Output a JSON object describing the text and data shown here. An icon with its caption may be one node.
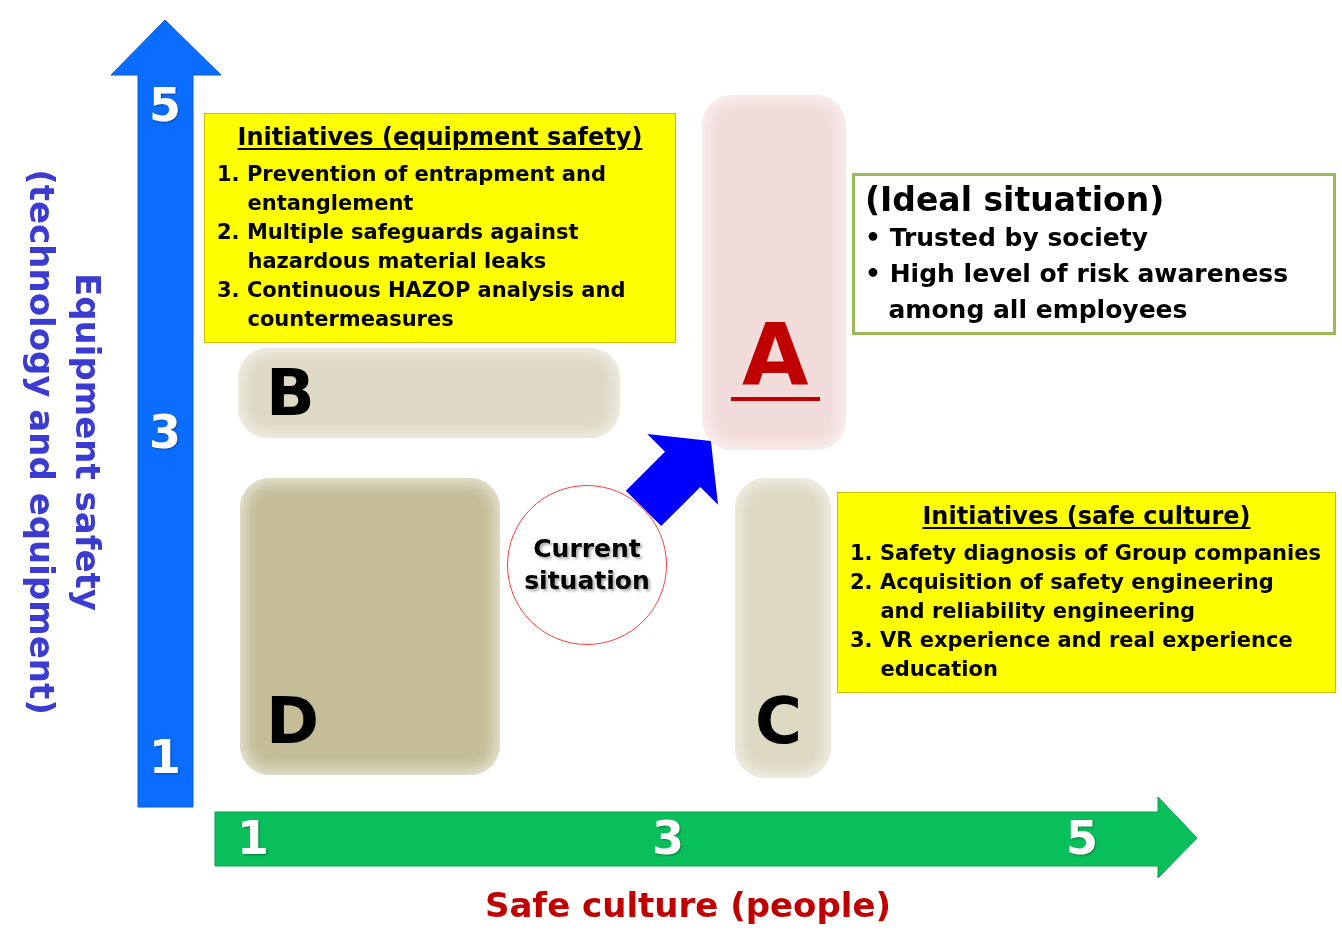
{
  "diagram": {
    "nodes": [
      {
        "text": [
          "B"
        ]
      },
      {
        "text": [
          "Initiatives (equipment safety)",
          "1. Prevention of entrapment and entanglement",
          "2. Multiple safeguards against hazardous material leaks",
          "3. Continuous HAZOP analysis and countermeasures"
        ]
      },
      {
        "text": [
          "A"
        ]
      },
      {
        "text": [
          "(Ideal situation)",
          "• Trusted by society",
          "• High level of risk awareness among all employees"
        ]
      },
      {
        "text": [
          "Current situation"
        ]
      },
      {
        "text": [
          "D"
        ]
      },
      {
        "text": [
          "C"
        ]
      },
      {
        "text": [
          "Initiatives (safe culture)",
          "1. Safety diagnosis of Group companies",
          "2. Acquisition of safety engineering and reliability engineering",
          "3. VR experience and real experience education"
        ]
      }
    ],
    "edges": [
      {
        "from": 4,
        "to": 2,
        "arrow": "to",
        "style": "thick"
      }
    ],
    "labels": [
      "Equipment safety (technology and equipment)",
      "5",
      "3",
      "1",
      "1",
      "3",
      "5",
      "Safe culture (people)"
    ]
  }
}
